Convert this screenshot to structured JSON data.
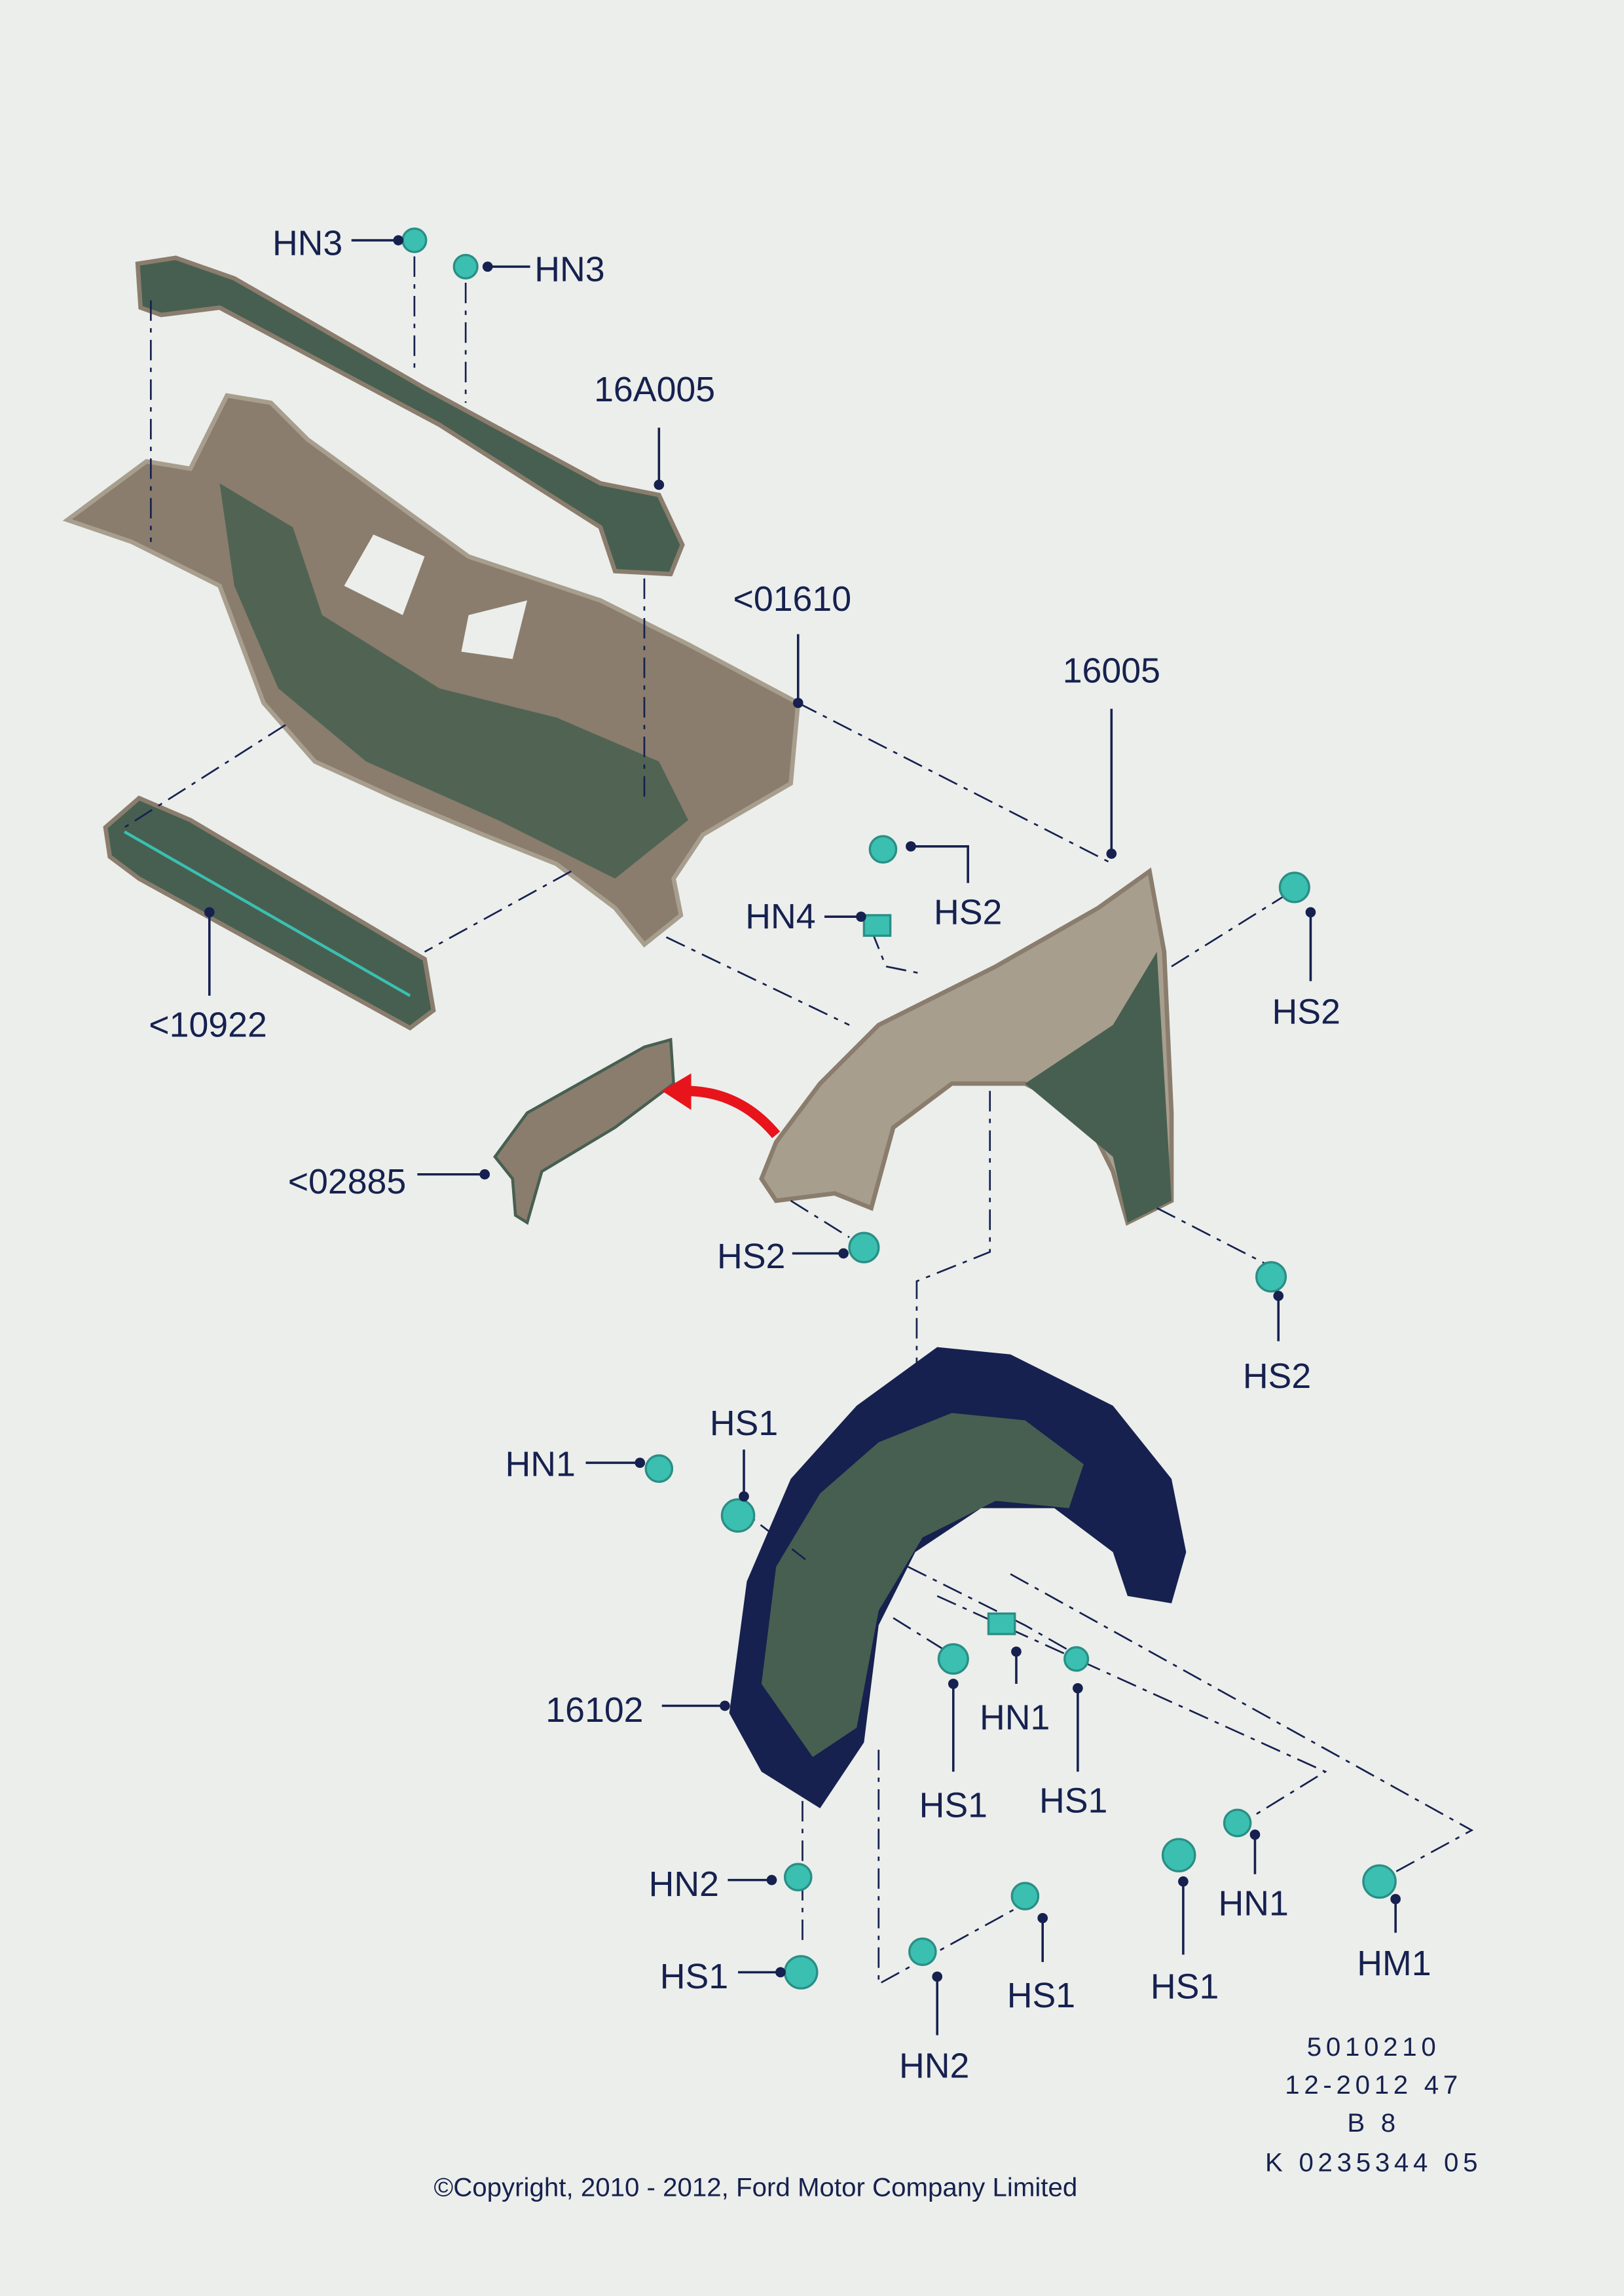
{
  "callouts": {
    "hn3_a": "HN3",
    "hn3_b": "HN3",
    "p16A005": "16A005",
    "p01610": "<01610",
    "p16005": "16005",
    "hs2_a": "HS2",
    "hn4": "HN4",
    "hs2_b": "HS2",
    "p10922": "<10922",
    "p02885": "<02885",
    "hs2_c": "HS2",
    "hs2_d": "HS2",
    "hn1_a": "HN1",
    "hs1_a": "HS1",
    "p16102": "16102",
    "hn1_b": "HN1",
    "hs1_b": "HS1",
    "hs1_c": "HS1",
    "hn2_a": "HN2",
    "hs1_d": "HS1",
    "hn2_b": "HN2",
    "hs1_e": "HS1",
    "hs1_f": "HS1",
    "hn1_c": "HN1",
    "hm1": "HM1"
  },
  "reference": {
    "line1": "5010210",
    "line2": "12-2012 47",
    "line3": "B 8",
    "line4": "K 0235344 05"
  },
  "copyright": "©Copyright, 2010 - 2012, Ford Motor Company Limited",
  "colors": {
    "background": "#eceeeb",
    "part_green": "#475f50",
    "part_tan": "#8a7d6d",
    "part_light": "#a89e8e",
    "liner_navy": "#16214f",
    "fastener": "#3bbfb0",
    "arrow": "#e8141b"
  }
}
